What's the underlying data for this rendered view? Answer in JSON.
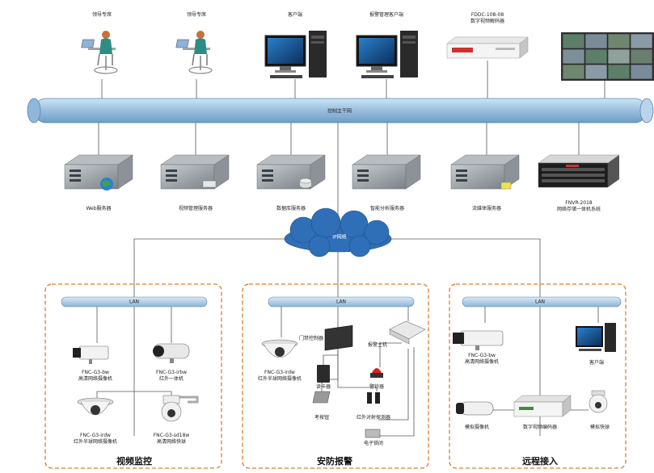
{
  "top_row": {
    "operator_1": "领导专席",
    "operator_2": "领导专席",
    "client_terminal": "客户端",
    "alarm_client": "报警管理客户端",
    "decoder_model": "FDDC-108-08",
    "decoder_name": "数字视频解码器"
  },
  "backbone": {
    "label": "控制主干网"
  },
  "servers": {
    "web": "Web服务器",
    "video_mgmt": "视频管理服务器",
    "database": "数据库服务器",
    "analysis": "智能分析服务器",
    "streaming": "流媒体服务器",
    "nvr_model": "FNVR-2018",
    "nvr_name": "网络存储一体机系统"
  },
  "ip_network": {
    "label": "IP网络"
  },
  "video_surveillance": {
    "title": "视频监控",
    "lan": "LAN",
    "cam1_model": "FNC-G3-bw",
    "cam1_name": "高清网络摄像机",
    "cam2_model": "FNC-G3-irbw",
    "cam2_name": "红外一体机",
    "cam3_model": "FNC-G3-irdw",
    "cam3_name": "红外半球网络摄像机",
    "cam4_model": "FNC-G3-sd18w",
    "cam4_name": "高清网络快球"
  },
  "security_alarm": {
    "title": "安防报警",
    "lan": "LAN",
    "access_controller": "门禁控制器",
    "alarm_host": "报警主机",
    "cam_model": "FNC-G3-irdw",
    "cam_name": "红外半球网络摄像机",
    "card_reader": "读卡器",
    "siren": "警铃器",
    "exit_button": "考按钮",
    "ir_detector": "红外对射探测器",
    "electronic_lock": "电子锁闭"
  },
  "remote_access": {
    "title": "远程接入",
    "lan": "LAN",
    "cam_model": "FNC-G3-bw",
    "cam_name": "高清网络摄像机",
    "client": "客户端",
    "analog_camera": "模拟摄像机",
    "digital_encoder": "数字视频编码器",
    "analog_dome": "模拟快球"
  }
}
